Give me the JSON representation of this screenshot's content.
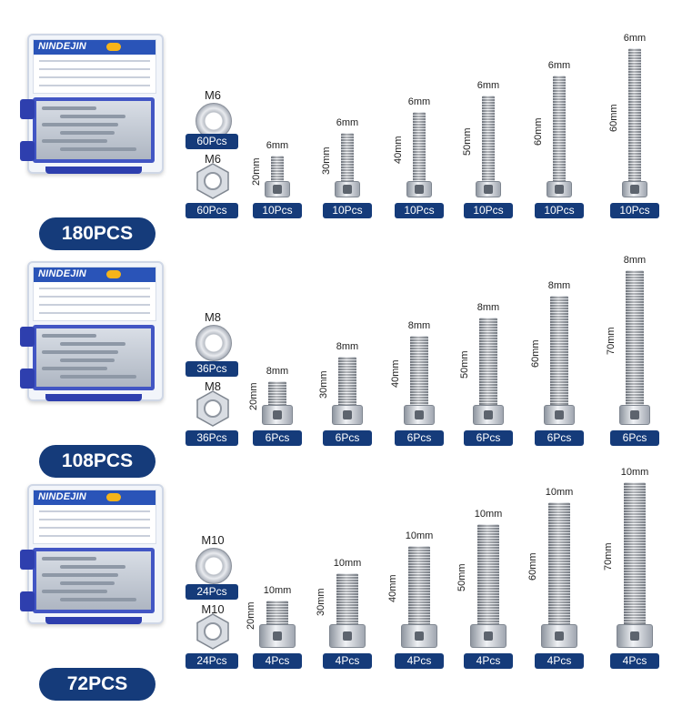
{
  "brand": "NINDEJIN",
  "colors": {
    "badge": "#153b7a",
    "tray": "#4256c4",
    "label_bar": "#2a54b8"
  },
  "kits": [
    {
      "kit_label": "180PCS",
      "washer": {
        "size": "M6",
        "count": "60Pcs"
      },
      "nut": {
        "size": "M6",
        "count": "60Pcs"
      },
      "screws": [
        {
          "diameter": "6mm",
          "length": "20mm",
          "count": "10Pcs"
        },
        {
          "diameter": "6mm",
          "length": "30mm",
          "count": "10Pcs"
        },
        {
          "diameter": "6mm",
          "length": "40mm",
          "count": "10Pcs"
        },
        {
          "diameter": "6mm",
          "length": "50mm",
          "count": "10Pcs"
        },
        {
          "diameter": "6mm",
          "length": "60mm",
          "count": "10Pcs"
        },
        {
          "diameter": "6mm",
          "length": "60mm",
          "count": "10Pcs"
        }
      ]
    },
    {
      "kit_label": "108PCS",
      "washer": {
        "size": "M8",
        "count": "36Pcs"
      },
      "nut": {
        "size": "M8",
        "count": "36Pcs"
      },
      "screws": [
        {
          "diameter": "8mm",
          "length": "20mm",
          "count": "6Pcs"
        },
        {
          "diameter": "8mm",
          "length": "30mm",
          "count": "6Pcs"
        },
        {
          "diameter": "8mm",
          "length": "40mm",
          "count": "6Pcs"
        },
        {
          "diameter": "8mm",
          "length": "50mm",
          "count": "6Pcs"
        },
        {
          "diameter": "8mm",
          "length": "60mm",
          "count": "6Pcs"
        },
        {
          "diameter": "8mm",
          "length": "70mm",
          "count": "6Pcs"
        }
      ]
    },
    {
      "kit_label": "72PCS",
      "washer": {
        "size": "M10",
        "count": "24Pcs"
      },
      "nut": {
        "size": "M10",
        "count": "24Pcs"
      },
      "screws": [
        {
          "diameter": "10mm",
          "length": "20mm",
          "count": "4Pcs"
        },
        {
          "diameter": "10mm",
          "length": "30mm",
          "count": "4Pcs"
        },
        {
          "diameter": "10mm",
          "length": "40mm",
          "count": "4Pcs"
        },
        {
          "diameter": "10mm",
          "length": "50mm",
          "count": "4Pcs"
        },
        {
          "diameter": "10mm",
          "length": "60mm",
          "count": "4Pcs"
        },
        {
          "diameter": "10mm",
          "length": "70mm",
          "count": "4Pcs"
        }
      ]
    }
  ]
}
